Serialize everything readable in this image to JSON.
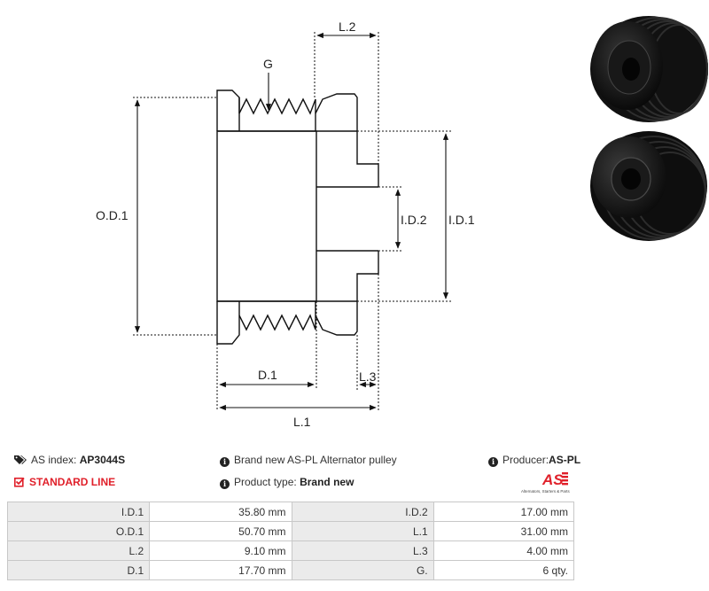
{
  "drawing": {
    "labels": {
      "l2": "L.2",
      "g": "G",
      "od1": "O.D.1",
      "id2": "I.D.2",
      "id1": "I.D.1",
      "d1": "D.1",
      "l3": "L.3",
      "l1": "L.1"
    }
  },
  "info": {
    "index_label": "AS index:",
    "index_value": "AP3044S",
    "standard_line": "STANDARD LINE",
    "description": "Brand new AS-PL Alternator pulley",
    "product_type_label": "Product type:",
    "product_type_value": "Brand new",
    "producer_label": "Producer:",
    "producer_value": "AS-PL"
  },
  "logo": {
    "tagline": "Alternators, Starters & Parts",
    "brand_color": "#e0202a"
  },
  "specs": [
    {
      "k1": "I.D.1",
      "v1": "35.80 mm",
      "k2": "I.D.2",
      "v2": "17.00 mm"
    },
    {
      "k1": "O.D.1",
      "v1": "50.70 mm",
      "k2": "L.1",
      "v2": "31.00 mm"
    },
    {
      "k1": "L.2",
      "v1": "9.10 mm",
      "k2": "L.3",
      "v2": "4.00 mm"
    },
    {
      "k1": "D.1",
      "v1": "17.70 mm",
      "k2": "G.",
      "v2": "6 qty."
    }
  ]
}
